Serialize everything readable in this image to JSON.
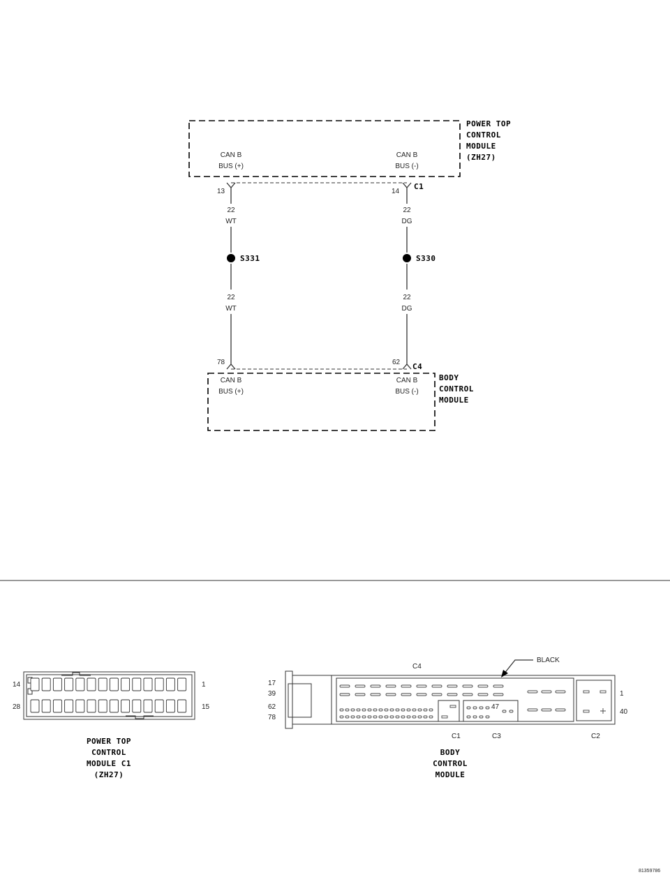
{
  "modules": {
    "power_top": {
      "name_lines": [
        "POWER TOP",
        "CONTROL",
        "MODULE",
        "(ZH27)"
      ],
      "pin_left_label": [
        "CAN B",
        "BUS (+)"
      ],
      "pin_right_label": [
        "CAN B",
        "BUS (-)"
      ],
      "connector": "C1",
      "pin_left": "13",
      "pin_right": "14"
    },
    "body_control": {
      "name_lines": [
        "BODY",
        "CONTROL",
        "MODULE"
      ],
      "pin_left_label": [
        "CAN B",
        "BUS (+)"
      ],
      "pin_right_label": [
        "CAN B",
        "BUS (-)"
      ],
      "connector": "C4",
      "pin_left": "78",
      "pin_right": "62"
    }
  },
  "wires": {
    "left": {
      "gauge": "22",
      "color": "WT",
      "splice": "S331"
    },
    "right": {
      "gauge": "22",
      "color": "DG",
      "splice": "S330"
    }
  },
  "connector_views": {
    "ptcm_c1": {
      "label_lines": [
        "POWER TOP",
        "CONTROL",
        "MODULE C1",
        "(ZH27)"
      ],
      "pin_top_left": "14",
      "pin_top_right": "1",
      "pin_bottom_left": "28",
      "pin_bottom_right": "15"
    },
    "bcm": {
      "label_lines": [
        "BODY",
        "CONTROL",
        "MODULE"
      ],
      "color_callout": "BLACK",
      "c4_label": "C4",
      "c1_label": "C1",
      "c3_label": "C3",
      "c2_label": "C2",
      "c3_pin": "47",
      "left_pins": [
        "17",
        "39",
        "62",
        "78"
      ],
      "right_pin_top": "1",
      "right_pin_bottom": "40"
    }
  },
  "figure_id": "81359786"
}
